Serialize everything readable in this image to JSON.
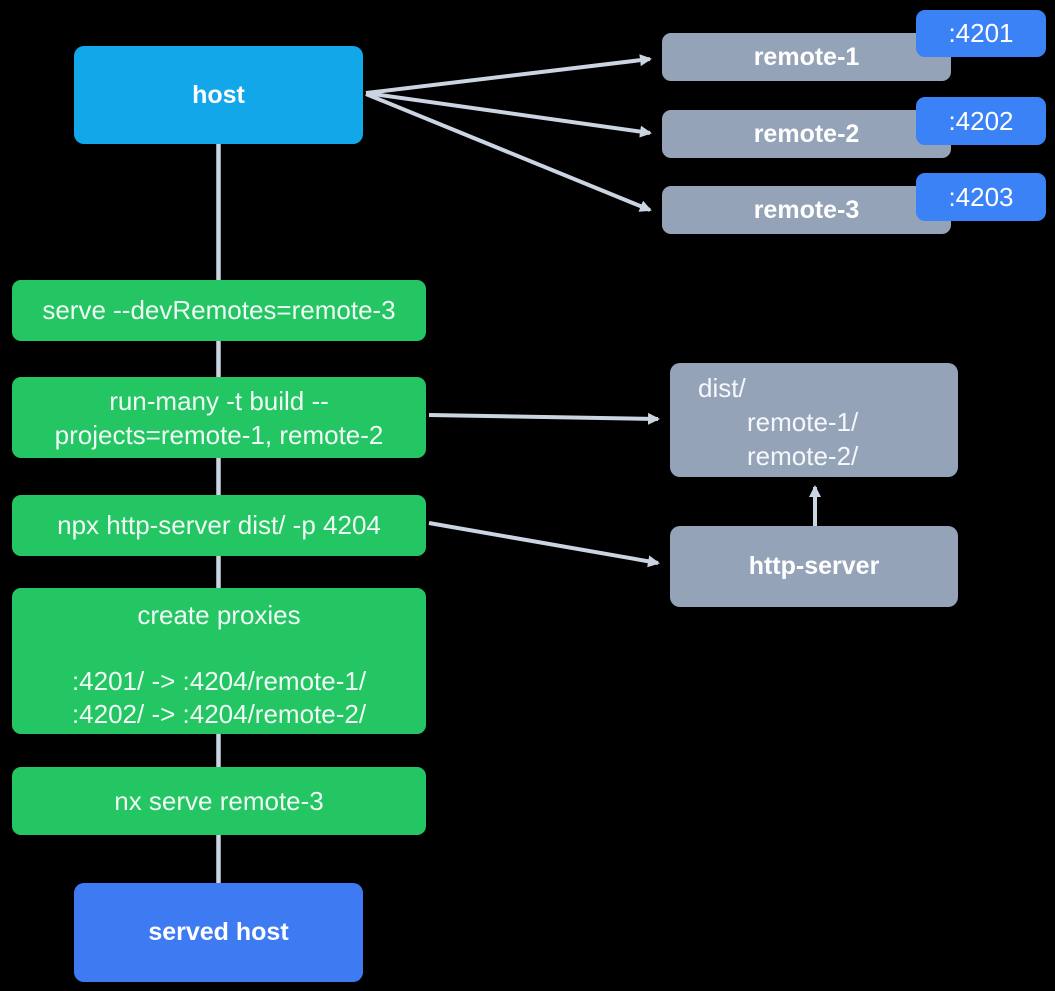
{
  "diagram_title": "nx host and remotes serve flow",
  "colors": {
    "background": "#000000",
    "host_blue": "#12A7E8",
    "royal_blue": "#3B82F6",
    "served_host_blue": "#3E7BF3",
    "gray_node": "#94A3B8",
    "command_green": "#24C563",
    "connector_gray": "#CBD5E1",
    "text": "#FFFFFF"
  },
  "host": {
    "label": "host"
  },
  "served_host": {
    "label": "served host"
  },
  "remotes": [
    {
      "label": "remote-1",
      "port": ":4201"
    },
    {
      "label": "remote-2",
      "port": ":4202"
    },
    {
      "label": "remote-3",
      "port": ":4203"
    }
  ],
  "commands": [
    {
      "label": "serve --devRemotes=remote-3"
    },
    {
      "lines": [
        "run-many -t build --",
        "projects=remote-1, remote-2"
      ]
    },
    {
      "label": "npx http-server dist/ -p 4204"
    },
    {
      "title": "create proxies",
      "lines": [
        ":4201/ -> :4204/remote-1/",
        ":4202/ -> :4204/remote-2/"
      ]
    },
    {
      "label": "nx serve remote-3"
    }
  ],
  "dist_folder": {
    "lines": [
      "dist/",
      "remote-1/",
      "remote-2/"
    ]
  },
  "http_server": {
    "label": "http-server"
  }
}
